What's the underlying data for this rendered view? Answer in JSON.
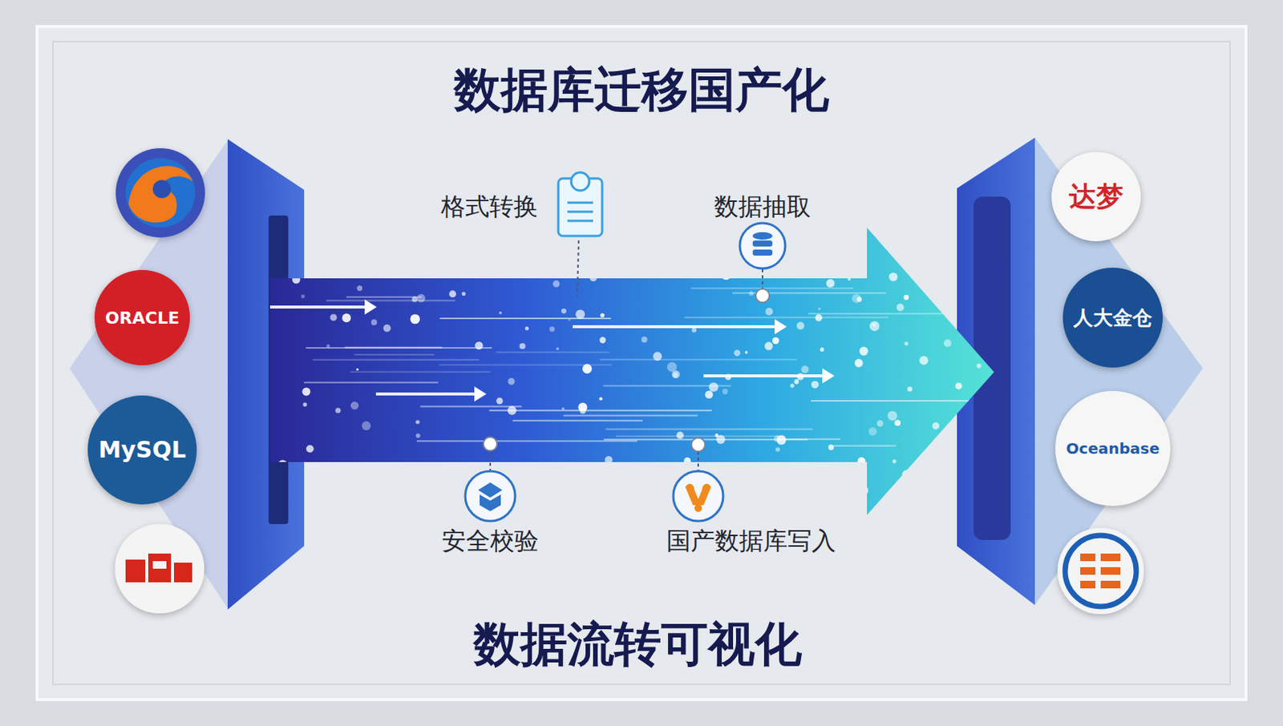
{
  "diagram": {
    "title": "数据库迁移国产化",
    "caption": "数据流转可视化",
    "nodes": [
      {
        "text": [
          "ORACLE"
        ]
      },
      {
        "text": [
          "MySQL"
        ]
      },
      {
        "text": [
          "达梦"
        ]
      },
      {
        "text": [
          "人大金仓"
        ]
      },
      {
        "text": [
          "Oceanbase"
        ]
      }
    ],
    "labels": [
      "格式转换",
      "数据抽取",
      "安全校验",
      "国产数据库写入"
    ]
  }
}
